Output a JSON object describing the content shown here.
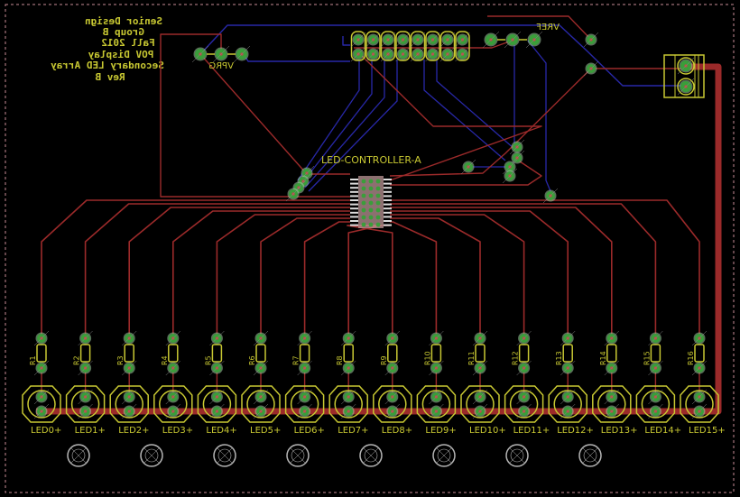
{
  "app": "PCB layout editor — board view",
  "colors": {
    "background": "#000000",
    "top_copper": "#9b2a2a",
    "bottom_copper": "#2828a8",
    "silkscreen": "#c8c832",
    "pad": "#3a9e3a",
    "pad_ring": "#a0c8a0",
    "outline": "#c88c96",
    "hole": "#b4b4b4"
  },
  "title_block": {
    "lines": [
      "Senior Design",
      "Group B",
      "Fall 2012",
      "POV Display",
      "Secondary LED Array",
      "Rev B"
    ],
    "mirrored": true
  },
  "components": {
    "vprg": {
      "label": "VPRG",
      "pins": 3,
      "mirrored": true
    },
    "vref": {
      "label": "VREF",
      "pins": 3,
      "mirrored": true
    },
    "header": {
      "label": "2x8 pin header",
      "pins": 16
    },
    "terminal": {
      "label": "2-pin screw terminal",
      "pins": 2
    },
    "controller": {
      "label": "LED-CONTROLLER-A"
    },
    "resistors": [
      "R1",
      "R2",
      "R3",
      "R4",
      "R5",
      "R6",
      "R7",
      "R8",
      "R9",
      "R10",
      "R11",
      "R12",
      "R13",
      "R14",
      "R15",
      "R16"
    ],
    "leds": [
      "LED0",
      "LED1",
      "LED2",
      "LED3",
      "LED4",
      "LED5",
      "LED6",
      "LED7",
      "LED8",
      "LED9",
      "LED10",
      "LED11",
      "LED12",
      "LED13",
      "LED14",
      "LED15"
    ],
    "led_suffix": "+",
    "mounting_holes": 8
  }
}
